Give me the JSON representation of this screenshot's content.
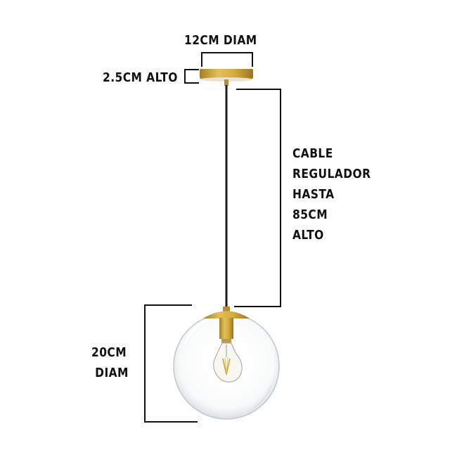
{
  "labels": {
    "canopy_diameter": "12CM DIAM",
    "canopy_height": "2.5CM ALTO",
    "cable_lines": [
      "CABLE",
      "REGULADOR",
      "HASTA",
      "85CM",
      "ALTO"
    ],
    "globe_lines": [
      "20CM",
      "DIAM"
    ]
  },
  "colors": {
    "brass": "#c9a23c",
    "cable": "#1c1c1c",
    "dimension_lines": "#111111",
    "glass_outline": "#c9cdd1"
  }
}
